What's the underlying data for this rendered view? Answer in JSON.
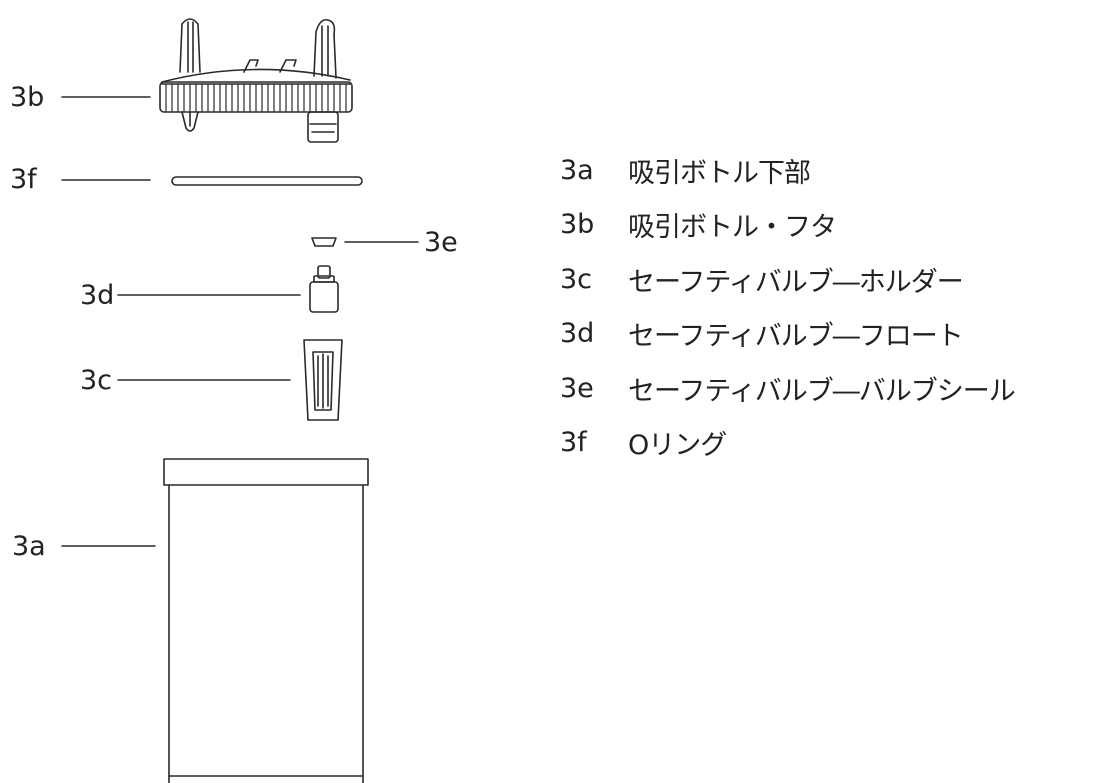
{
  "callouts": {
    "3b": "3b",
    "3f": "3f",
    "3e": "3e",
    "3d": "3d",
    "3c": "3c",
    "3a": "3a"
  },
  "legend": [
    {
      "code": "3a",
      "description": "吸引ボトル下部"
    },
    {
      "code": "3b",
      "description": "吸引ボトル・フタ"
    },
    {
      "code": "3c",
      "description": "セーフティバルブ―ホルダー"
    },
    {
      "code": "3d",
      "description": "セーフティバルブ―フロート"
    },
    {
      "code": "3e",
      "description": "セーフティバルブ―バルブシール"
    },
    {
      "code": "3f",
      "description": "Oリング"
    }
  ],
  "colors": {
    "line": "#2a2a2a",
    "background": "#ffffff"
  }
}
